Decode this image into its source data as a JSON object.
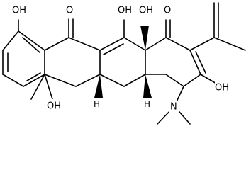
{
  "molecule": {
    "atom_labels": {
      "oh_phenol": "OH",
      "o_ketone_mid": "O",
      "oh_enol_top": "OH",
      "oh_angular": "OH",
      "o_ketone_right": "O",
      "oh_enol_right": "OH",
      "oh_tertiary": "OH",
      "h_ring_junction_left": "H",
      "h_ring_junction_right": "H",
      "nitrogen": "N"
    }
  }
}
